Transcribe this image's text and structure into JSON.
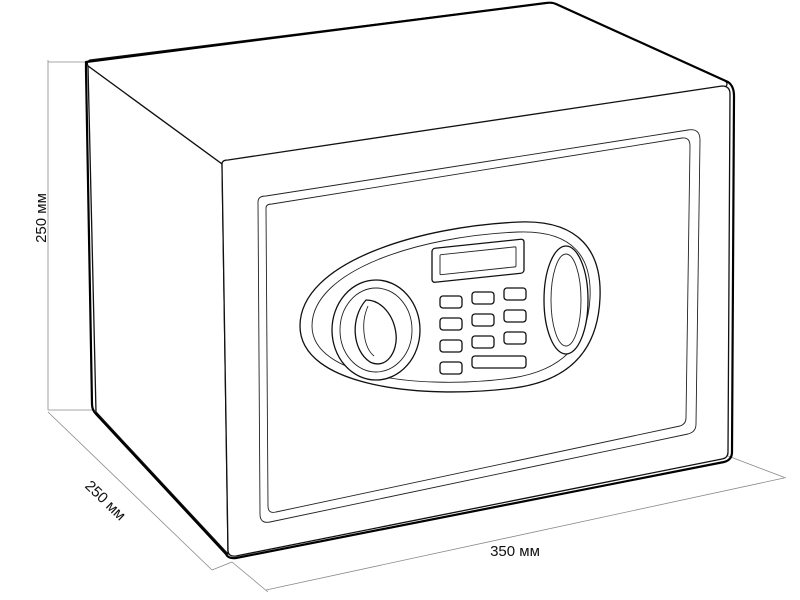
{
  "dimensions": {
    "height": "250 мм",
    "depth": "250 мм",
    "width": "350 мм"
  },
  "colors": {
    "line": "#111111",
    "dimension_line": "#8a8a8a",
    "background": "#ffffff"
  },
  "icons": {
    "handle": "rotary-handle-icon",
    "keypad": "keypad-icon",
    "display": "lcd-display-icon"
  }
}
